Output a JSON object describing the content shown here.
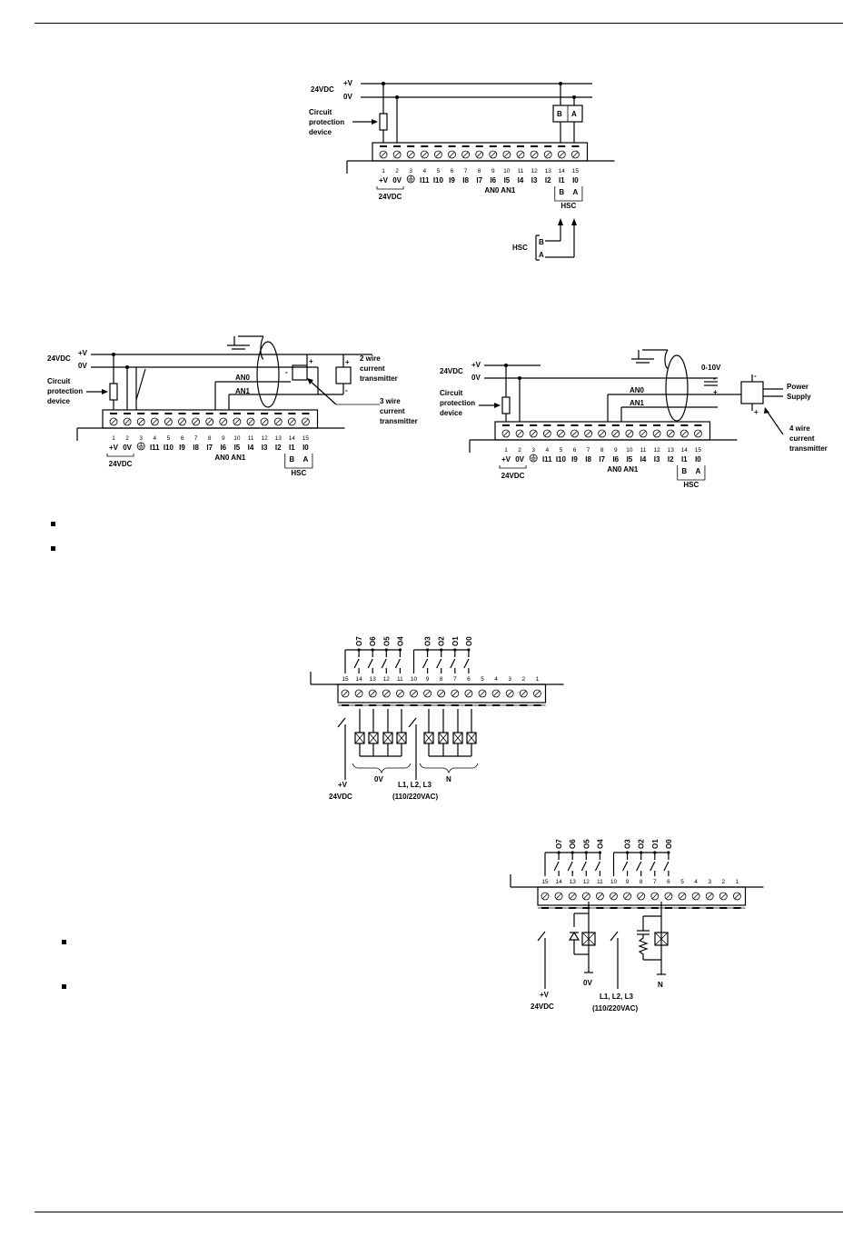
{
  "terminals_in": {
    "numbers": [
      "1",
      "2",
      "3",
      "4",
      "5",
      "6",
      "7",
      "8",
      "9",
      "10",
      "11",
      "12",
      "13",
      "14",
      "15"
    ],
    "signals": [
      "+V",
      "0V",
      "",
      "I11",
      "I10",
      "I9",
      "I8",
      "I7",
      "I6",
      "I5",
      "I4",
      "I3",
      "I2",
      "I1",
      "I0"
    ],
    "analog": "AN0 AN1",
    "supply": "24VDC",
    "hsc": "HSC",
    "b": "B",
    "a": "A"
  },
  "terminals_out": {
    "numbers": [
      "15",
      "14",
      "13",
      "12",
      "11",
      "10",
      "9",
      "8",
      "7",
      "6",
      "5",
      "4",
      "3",
      "2",
      "1"
    ],
    "outputs": [
      "O7",
      "O6",
      "O5",
      "O4",
      "O3",
      "O2",
      "O1",
      "O0"
    ]
  },
  "diagram1": {
    "plus_v": "+V",
    "zero_v": "0V",
    "supply": "24VDC",
    "cpd": [
      "Circuit",
      "protection",
      "device"
    ],
    "hsc": "HSC",
    "b": "B",
    "a": "A"
  },
  "diagram2": {
    "plus_v": "+V",
    "zero_v": "0V",
    "supply": "24VDC",
    "cpd": [
      "Circuit",
      "protection",
      "device"
    ],
    "an0": "AN0",
    "an1": "AN1",
    "two_wire": [
      "2 wire",
      "current",
      "transmitter"
    ],
    "three_wire": [
      "3 wire",
      "current",
      "transmitter"
    ],
    "plus": "+",
    "minus": "-"
  },
  "diagram3": {
    "plus_v": "+V",
    "zero_v": "0V",
    "supply": "24VDC",
    "cpd": [
      "Circuit",
      "protection",
      "device"
    ],
    "an0": "AN0",
    "an1": "AN1",
    "volt": "0-10V",
    "power_supply": [
      "Power",
      "Supply"
    ],
    "four_wire": [
      "4 wire",
      "current",
      "transmitter"
    ],
    "plus": "+",
    "minus": "-"
  },
  "diagram4": {
    "plus_v": "+V",
    "supply": "24VDC",
    "zero_v": "0V",
    "n": "N",
    "lines": "L1, L2, L3",
    "vac": "(110/220VAC)"
  },
  "diagram5": {
    "plus_v": "+V",
    "supply": "24VDC",
    "zero_v": "0V",
    "n": "N",
    "lines": "L1, L2, L3",
    "vac": "(110/220VAC)"
  }
}
